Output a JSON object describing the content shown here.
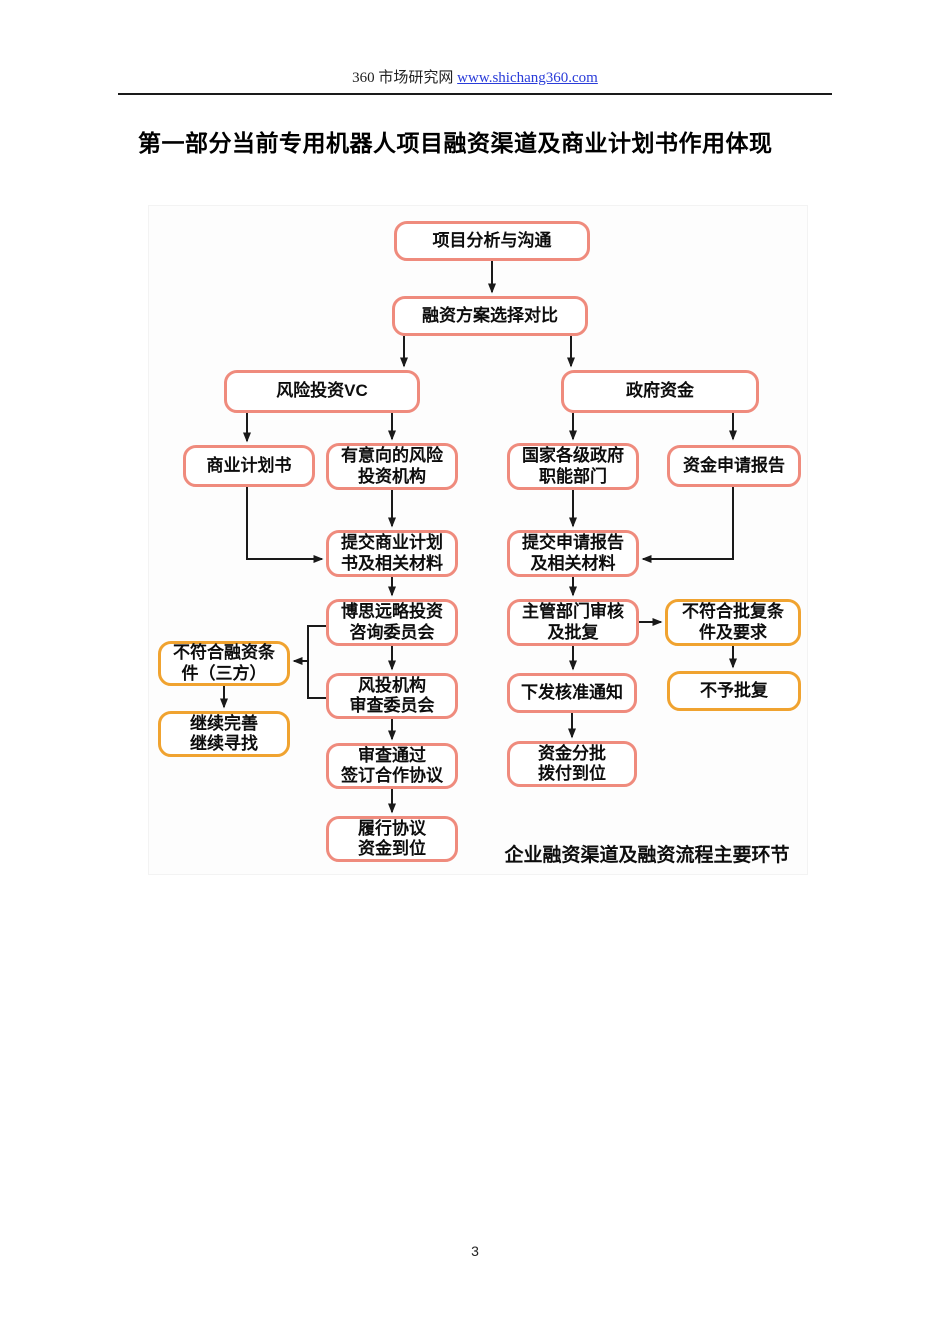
{
  "page": {
    "header": {
      "site_name": "360 市场研究网",
      "site_url": "www.shichang360.com"
    },
    "title": "第一部分当前专用机器人项目融资渠道及商业计划书作用体现",
    "page_number": "3"
  },
  "flowchart": {
    "caption": "企业融资渠道及融资流程主要环节",
    "colors": {
      "primary_border": "#ef8b7d",
      "secondary_border": "#f0a330",
      "connector": "#1a1a1a",
      "node_fill": "#ffffff"
    },
    "nodes": {
      "project_analysis": {
        "label": "项目分析与沟通"
      },
      "plan_compare": {
        "label": "融资方案选择对比"
      },
      "vc": {
        "label": "风险投资VC"
      },
      "government_fund": {
        "label": "政府资金"
      },
      "business_plan": {
        "label": "商业计划书"
      },
      "interested_vc": {
        "label": "有意向的风险\n投资机构"
      },
      "gov_departments": {
        "label": "国家各级政府\n职能部门"
      },
      "fund_application": {
        "label": "资金申请报告"
      },
      "submit_plan": {
        "label": "提交商业计划\n书及相关材料"
      },
      "submit_application": {
        "label": "提交申请报告\n及相关材料"
      },
      "bosi_committee": {
        "label": "博思远略投资\n咨询委员会"
      },
      "authority_review": {
        "label": "主管部门审核\n及批复"
      },
      "not_meet_approval": {
        "label": "不符合批复条\n件及要求"
      },
      "not_meet_financing": {
        "label": "不符合融资条\n件（三方）"
      },
      "vc_review_committee": {
        "label": "风投机构\n审查委员会"
      },
      "issue_notice": {
        "label": "下发核准通知"
      },
      "no_approval": {
        "label": "不予批复"
      },
      "continue_improve": {
        "label": "继续完善\n继续寻找"
      },
      "review_passed": {
        "label": "审查通过\n签订合作协议"
      },
      "fund_installments": {
        "label": "资金分批\n拨付到位"
      },
      "fulfill_agreement": {
        "label": "履行协议\n资金到位"
      }
    }
  }
}
